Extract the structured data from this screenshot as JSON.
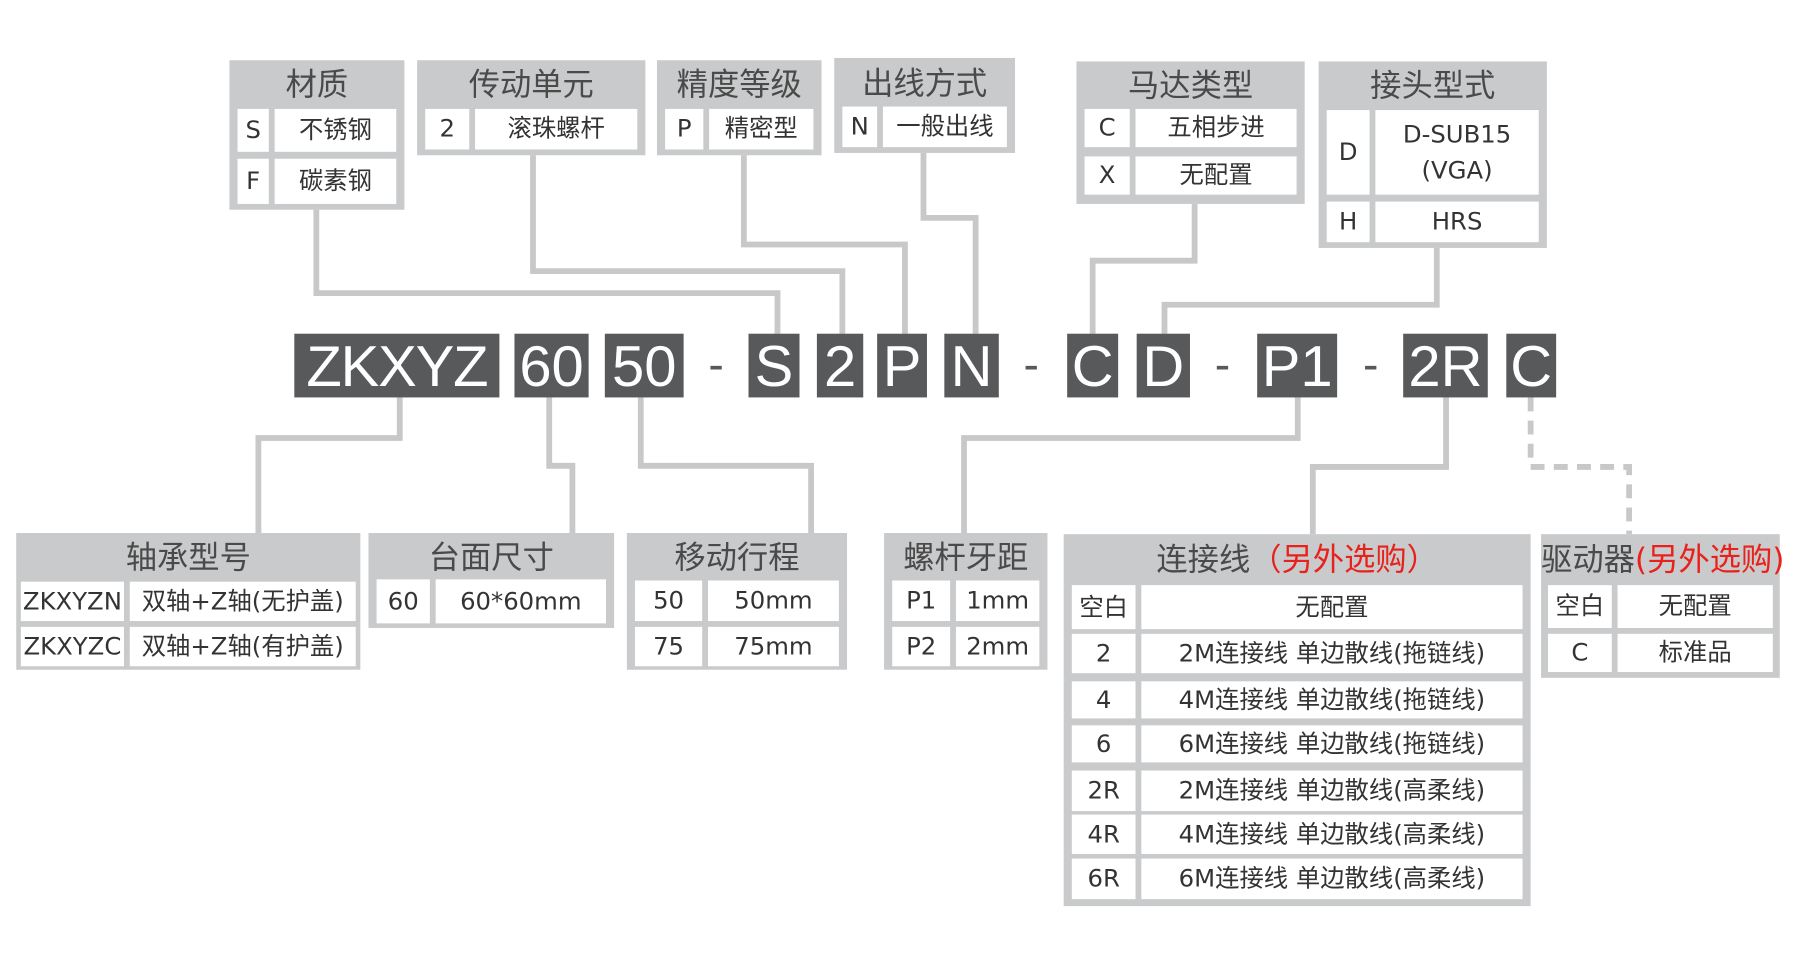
{
  "top_boxes": [
    {
      "title": "材质",
      "rows": [
        {
          "code": "S",
          "desc": "不锈钢"
        },
        {
          "code": "F",
          "desc": "碳素钢"
        }
      ]
    },
    {
      "title": "传动单元",
      "rows": [
        {
          "code": "2",
          "desc": "滚珠螺杆"
        }
      ]
    },
    {
      "title": "精度等级",
      "rows": [
        {
          "code": "P",
          "desc": "精密型"
        }
      ]
    },
    {
      "title": "出线方式",
      "rows": [
        {
          "code": "N",
          "desc": "一般出线"
        }
      ]
    },
    {
      "title": "马达类型",
      "rows": [
        {
          "code": "C",
          "desc": "五相步进"
        },
        {
          "code": "X",
          "desc": "无配置"
        }
      ]
    },
    {
      "title": "接头型式",
      "rows": [
        {
          "code": "D",
          "desc": "D-SUB15\n(VGA)"
        },
        {
          "code": "H",
          "desc": "HRS"
        }
      ]
    }
  ],
  "code_segments": [
    "ZKXYZ",
    "60",
    "50",
    "-",
    "S",
    "2",
    "P",
    "N",
    "-",
    "C",
    "D",
    "-",
    "P1",
    "-",
    "2R",
    "C"
  ],
  "bottom_boxes": [
    {
      "title": "轴承型号",
      "rows": [
        {
          "code": "ZKXYZN",
          "desc": "双轴+Z轴(无护盖)"
        },
        {
          "code": "ZKXYZC",
          "desc": "双轴+Z轴(有护盖)"
        }
      ]
    },
    {
      "title": "台面尺寸",
      "rows": [
        {
          "code": "60",
          "desc": "60*60mm"
        }
      ]
    },
    {
      "title": "移动行程",
      "rows": [
        {
          "code": "50",
          "desc": "50mm"
        },
        {
          "code": "75",
          "desc": "75mm"
        }
      ]
    },
    {
      "title": "螺杆牙距",
      "rows": [
        {
          "code": "P1",
          "desc": "1mm"
        },
        {
          "code": "P2",
          "desc": "2mm"
        }
      ]
    },
    {
      "title": "连接线",
      "title_note": "（另外选购）",
      "rows": [
        {
          "code": "空白",
          "desc": "无配置"
        },
        {
          "code": "2",
          "desc": "2M连接线 单边散线(拖链线)"
        },
        {
          "code": "4",
          "desc": "4M连接线 单边散线(拖链线)"
        },
        {
          "code": "6",
          "desc": "6M连接线 单边散线(拖链线)"
        },
        {
          "code": "2R",
          "desc": "2M连接线 单边散线(高柔线)"
        },
        {
          "code": "4R",
          "desc": "4M连接线 单边散线(高柔线)"
        },
        {
          "code": "6R",
          "desc": "6M连接线 单边散线(高柔线)"
        }
      ]
    },
    {
      "title": "驱动器",
      "title_note": "(另外选购)",
      "rows": [
        {
          "code": "空白",
          "desc": "无配置"
        },
        {
          "code": "C",
          "desc": "标准品"
        }
      ]
    }
  ],
  "colors": {
    "segment": "#58595b",
    "box": "#c9cacb",
    "line": "#c8c8c8",
    "note": "#e8211d"
  }
}
